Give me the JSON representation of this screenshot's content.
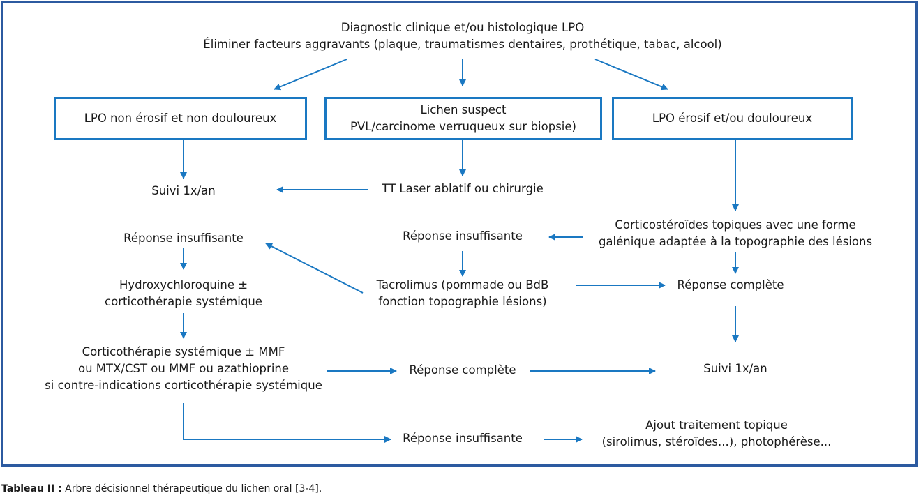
{
  "diagram": {
    "accent_color": "#1a78c2",
    "frame_color": "#2c5aa0",
    "root": {
      "line1": "Diagnostic clinique et/ou histologique LPO",
      "line2": "Éliminer facteurs aggravants (plaque, traumatismes dentaires, prothétique, tabac, alcool)"
    },
    "boxes": {
      "left": {
        "line1": "LPO non érosif et non douloureux"
      },
      "middle": {
        "line1": "Lichen suspect",
        "line2": "PVL/carcinome verruqueux sur biopsie)"
      },
      "right": {
        "line1": "LPO érosif et/ou douloureux"
      }
    },
    "nodes": {
      "suivi_left": "Suivi 1x/an",
      "tt_laser": "TT Laser ablatif ou chirurgie",
      "cortico_topiques": {
        "line1": "Corticostéroïdes topiques avec une forme",
        "line2": "galénique adaptée à la topographie des lésions"
      },
      "reponse_insuff_left": "Réponse insuffisante",
      "reponse_insuff_mid": "Réponse insuffisante",
      "tacrolimus": {
        "line1": "Tacrolimus (pommade ou BdB",
        "line2": "fonction topographie lésions)"
      },
      "reponse_complete_right": "Réponse complète",
      "hydroxy": {
        "line1": "Hydroxychloroquine ±",
        "line2": "corticothérapie systémique"
      },
      "cortico_sys": {
        "line1": "Corticothérapie systémique ± MMF",
        "line2": "ou MTX/CST ou MMF ou azathioprine",
        "line3": "si contre-indications corticothérapie systémique"
      },
      "reponse_complete_bottom": "Réponse complète",
      "suivi_right": "Suivi 1x/an",
      "reponse_insuff_bottom": "Réponse insuffisante",
      "ajout": {
        "line1": "Ajout traitement topique",
        "line2": "(sirolimus, stéroïdes...), photophérèse..."
      }
    }
  },
  "caption": {
    "label": "Tableau II :",
    "text": " Arbre décisionnel thérapeutique du lichen oral [3-4]."
  }
}
